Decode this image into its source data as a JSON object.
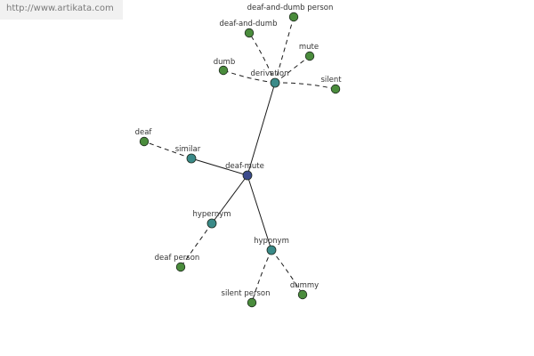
{
  "site_url": "http://www.artikata.com",
  "colors": {
    "root": "#3a4a8c",
    "relation": "#3a8a88",
    "word": "#4a8c3c",
    "edge": "#1a1a1a"
  },
  "nodes": [
    {
      "id": "root",
      "label": "deaf-mute",
      "kind": "root"
    },
    {
      "id": "derivation",
      "label": "derivation",
      "kind": "relation"
    },
    {
      "id": "similar",
      "label": "similar",
      "kind": "relation"
    },
    {
      "id": "hypernym",
      "label": "hypernym",
      "kind": "relation"
    },
    {
      "id": "hyponym",
      "label": "hyponym",
      "kind": "relation"
    },
    {
      "id": "deaf-and-dumb-person",
      "label": "deaf-and-dumb person",
      "kind": "word"
    },
    {
      "id": "deaf-and-dumb",
      "label": "deaf-and-dumb",
      "kind": "word"
    },
    {
      "id": "mute",
      "label": "mute",
      "kind": "word"
    },
    {
      "id": "dumb",
      "label": "dumb",
      "kind": "word"
    },
    {
      "id": "silent",
      "label": "silent",
      "kind": "word"
    },
    {
      "id": "deaf",
      "label": "deaf",
      "kind": "word"
    },
    {
      "id": "deaf-person",
      "label": "deaf person",
      "kind": "word"
    },
    {
      "id": "silent-person",
      "label": "silent person",
      "kind": "word"
    },
    {
      "id": "dummy",
      "label": "dummy",
      "kind": "word"
    }
  ],
  "edges": [
    {
      "from": "root",
      "to": "derivation",
      "style": "solid"
    },
    {
      "from": "root",
      "to": "similar",
      "style": "solid"
    },
    {
      "from": "root",
      "to": "hypernym",
      "style": "solid"
    },
    {
      "from": "root",
      "to": "hyponym",
      "style": "solid"
    },
    {
      "from": "derivation",
      "to": "deaf-and-dumb-person",
      "style": "dashed"
    },
    {
      "from": "derivation",
      "to": "deaf-and-dumb",
      "style": "dashed"
    },
    {
      "from": "derivation",
      "to": "mute",
      "style": "dashed"
    },
    {
      "from": "derivation",
      "to": "dumb",
      "style": "dashed"
    },
    {
      "from": "derivation",
      "to": "silent",
      "style": "dashed"
    },
    {
      "from": "similar",
      "to": "deaf",
      "style": "dashed"
    },
    {
      "from": "hypernym",
      "to": "deaf-person",
      "style": "dashed"
    },
    {
      "from": "hyponym",
      "to": "silent-person",
      "style": "dashed"
    },
    {
      "from": "hyponym",
      "to": "dummy",
      "style": "dashed"
    }
  ]
}
